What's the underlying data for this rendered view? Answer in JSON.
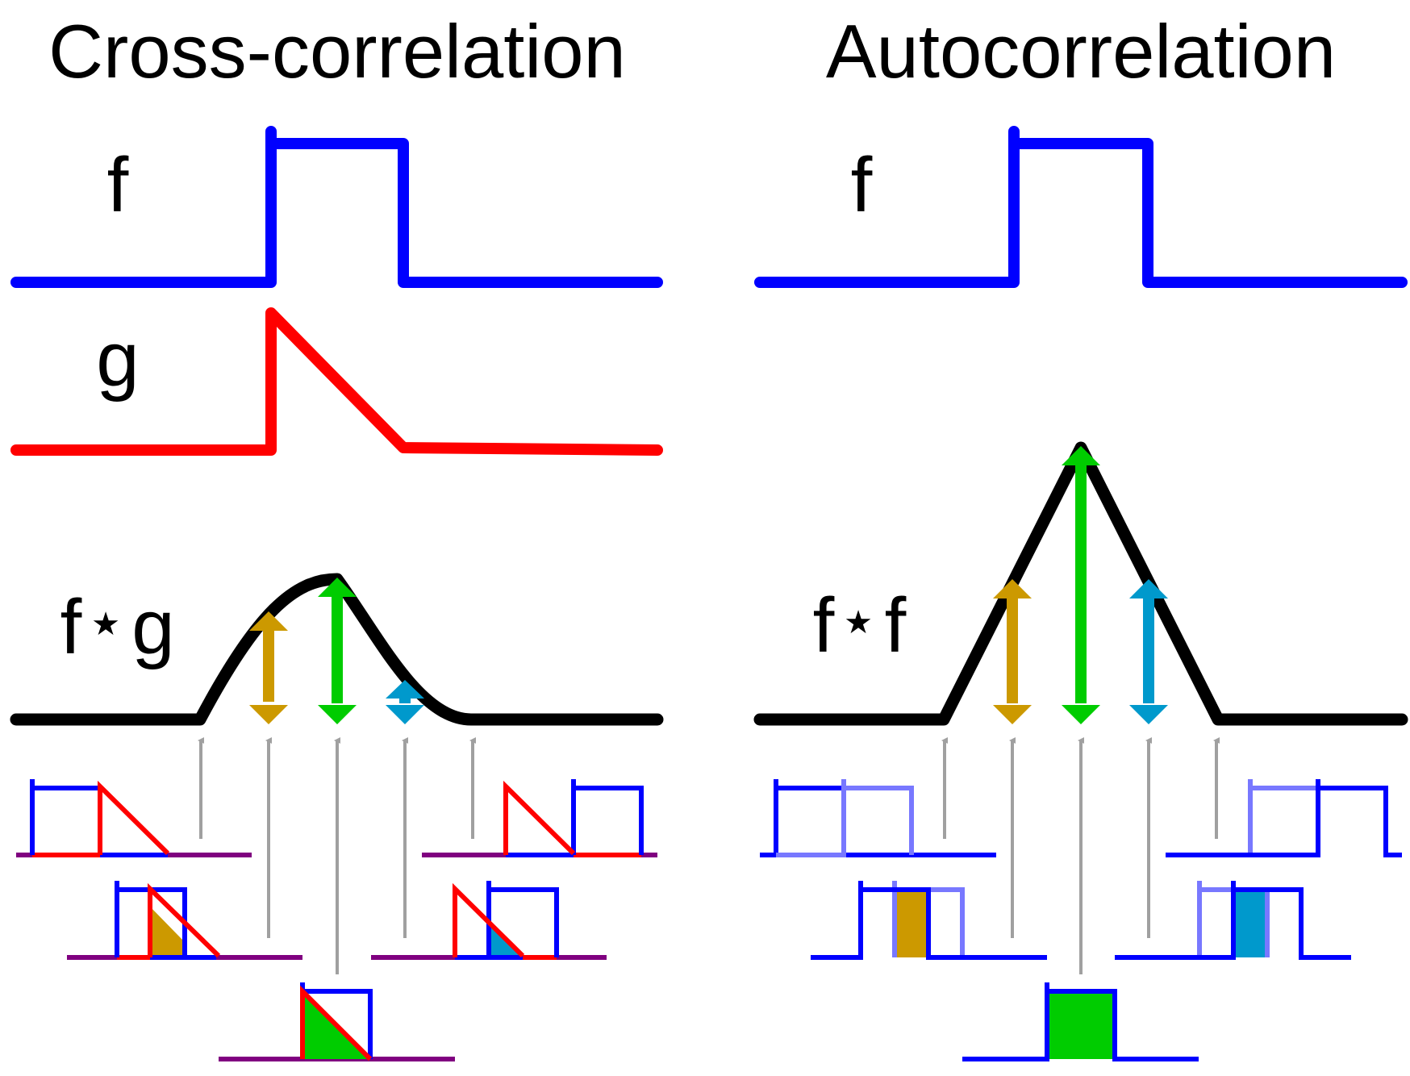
{
  "left_panel": {
    "title": "Cross-correlation",
    "label_f": "f",
    "label_g": "g",
    "result_label": {
      "left": "f",
      "star": "★",
      "right": "g"
    }
  },
  "right_panel": {
    "title": "Autocorrelation",
    "label_f": "f",
    "result_label": {
      "left": "f",
      "star": "★",
      "right": "f"
    }
  },
  "colors": {
    "f_signal": "#0000ff",
    "f_signal_shifted_light": "#7878ff",
    "g_signal": "#ff0000",
    "overlap_baseline": "#800080",
    "result_curve": "#000000",
    "pointer_arrow": "#a0a0a0",
    "arrow_orange": "#cc9900",
    "arrow_green": "#00cc00",
    "arrow_cyan": "#0099cc"
  }
}
